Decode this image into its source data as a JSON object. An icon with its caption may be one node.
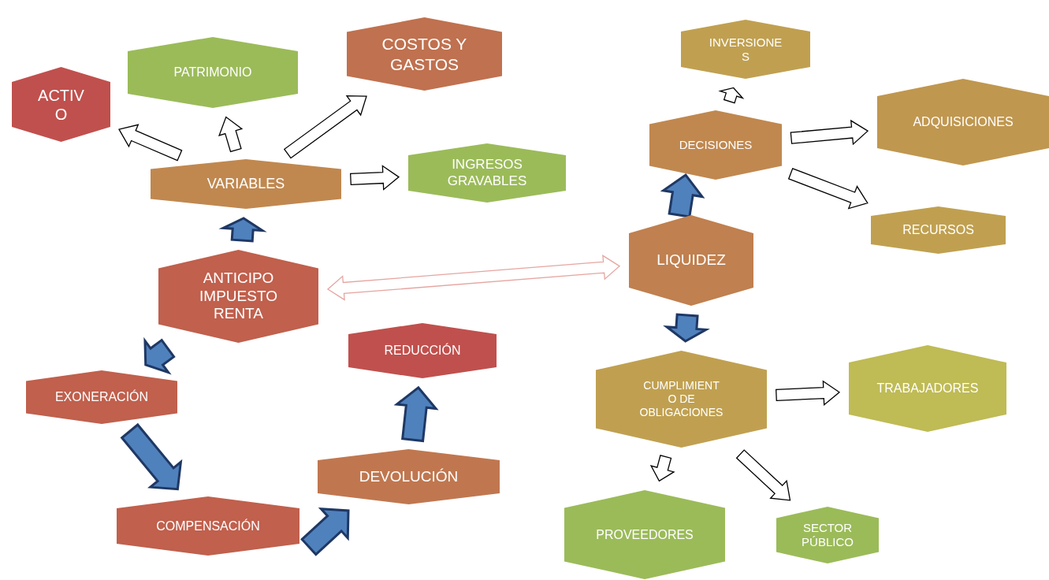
{
  "diagram": {
    "nodes": [
      {
        "text": [
          "ACTIV O"
        ]
      },
      {
        "text": [
          "PATRIMONIO"
        ]
      },
      {
        "text": [
          "COSTOS Y GASTOS"
        ]
      },
      {
        "text": [
          "VARIABLES"
        ]
      },
      {
        "text": [
          "INGRESOS GRAVABLES"
        ]
      },
      {
        "text": [
          "ANTICIPO IMPUESTO RENTA"
        ]
      },
      {
        "text": [
          "REDUCCIÓN"
        ]
      },
      {
        "text": [
          "EXONERACIÓN"
        ]
      },
      {
        "text": [
          "DEVOLUCIÓN"
        ]
      },
      {
        "text": [
          "COMPENSACIÓN"
        ]
      },
      {
        "text": [
          "INVERSIONE S"
        ]
      },
      {
        "text": [
          "DECISIONES"
        ]
      },
      {
        "text": [
          "ADQUISICIONES"
        ]
      },
      {
        "text": [
          "RECURSOS"
        ]
      },
      {
        "text": [
          "LIQUIDEZ"
        ]
      },
      {
        "text": [
          "CUMPLIMIENT O DE OBLIGACIONES"
        ]
      },
      {
        "text": [
          "TRABAJADORES"
        ]
      },
      {
        "text": [
          "PROVEEDORES"
        ]
      },
      {
        "text": [
          "SECTOR PÚBLICO"
        ]
      }
    ],
    "edges": [
      {
        "from": 3,
        "to": 0,
        "arrow": "to"
      },
      {
        "from": 3,
        "to": 1,
        "arrow": "to"
      },
      {
        "from": 3,
        "to": 2,
        "arrow": "to"
      },
      {
        "from": 3,
        "to": 4,
        "arrow": "to"
      },
      {
        "from": 5,
        "to": 3,
        "arrow": "to",
        "style": "thick",
        "color": "#4f81bd"
      },
      {
        "from": 5,
        "to": 14,
        "arrow": "both",
        "color": "#e6a5a0"
      },
      {
        "from": 5,
        "to": 7,
        "arrow": "to",
        "style": "thick",
        "color": "#4f81bd"
      },
      {
        "from": 7,
        "to": 9,
        "arrow": "to",
        "style": "thick",
        "color": "#4f81bd"
      },
      {
        "from": 9,
        "to": 8,
        "arrow": "to",
        "style": "thick",
        "color": "#4f81bd"
      },
      {
        "from": 8,
        "to": 6,
        "arrow": "to",
        "style": "thick",
        "color": "#4f81bd"
      },
      {
        "from": 14,
        "to": 11,
        "arrow": "to",
        "style": "thick",
        "color": "#4f81bd"
      },
      {
        "from": 14,
        "to": 15,
        "arrow": "to",
        "style": "thick",
        "color": "#4f81bd"
      },
      {
        "from": 11,
        "to": 10,
        "arrow": "to"
      },
      {
        "from": 11,
        "to": 12,
        "arrow": "to"
      },
      {
        "from": 11,
        "to": 13,
        "arrow": "to"
      },
      {
        "from": 15,
        "to": 16,
        "arrow": "to"
      },
      {
        "from": 15,
        "to": 17,
        "arrow": "to"
      },
      {
        "from": 15,
        "to": 18,
        "arrow": "to"
      }
    ]
  }
}
